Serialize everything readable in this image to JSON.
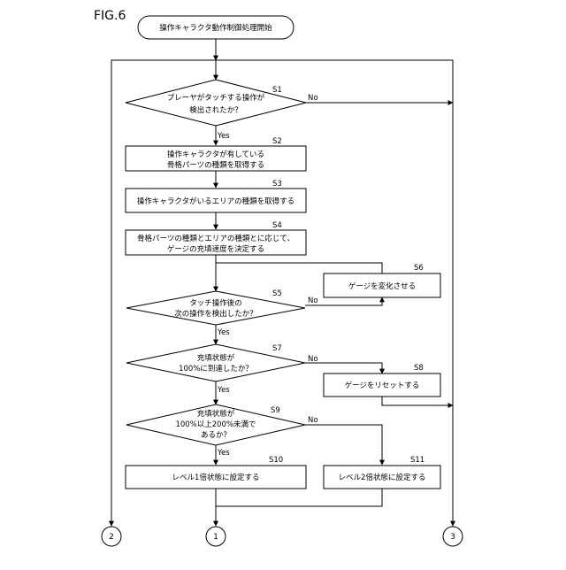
{
  "figure_label": "FIG.6",
  "start": "操作キャラクタ動作制御処理開始",
  "steps": {
    "s1": {
      "id": "S1",
      "line1": "プレーヤがタッチする操作が",
      "line2": "検出されたか？"
    },
    "s2": {
      "id": "S2",
      "line1": "操作キャラクタが有している",
      "line2": "骨格パーツの種類を取得する"
    },
    "s3": {
      "id": "S3",
      "line1": "操作キャラクタがいるエリアの種類を取得する"
    },
    "s4": {
      "id": "S4",
      "line1": "骨格パーツの種類とエリアの種類とに応じて、",
      "line2": "ゲージの充填速度を決定する"
    },
    "s5": {
      "id": "S5",
      "line1": "タッチ操作後の",
      "line2": "次の操作を検出したか？"
    },
    "s6": {
      "id": "S6",
      "line1": "ゲージを変化させる"
    },
    "s7": {
      "id": "S7",
      "line1": "充填状態が",
      "line2": "100%に到達したか？"
    },
    "s8": {
      "id": "S8",
      "line1": "ゲージをリセットする"
    },
    "s9": {
      "id": "S9",
      "line1": "充填状態が",
      "line2": "100%以上200%未満で",
      "line3": "あるか？"
    },
    "s10": {
      "id": "S10",
      "line1": "レベル1倍状態に設定する"
    },
    "s11": {
      "id": "S11",
      "line1": "レベル2倍状態に設定する"
    }
  },
  "branch": {
    "yes": "Yes",
    "no": "No"
  },
  "connectors": {
    "c1": "1",
    "c2": "2",
    "c3": "3"
  }
}
